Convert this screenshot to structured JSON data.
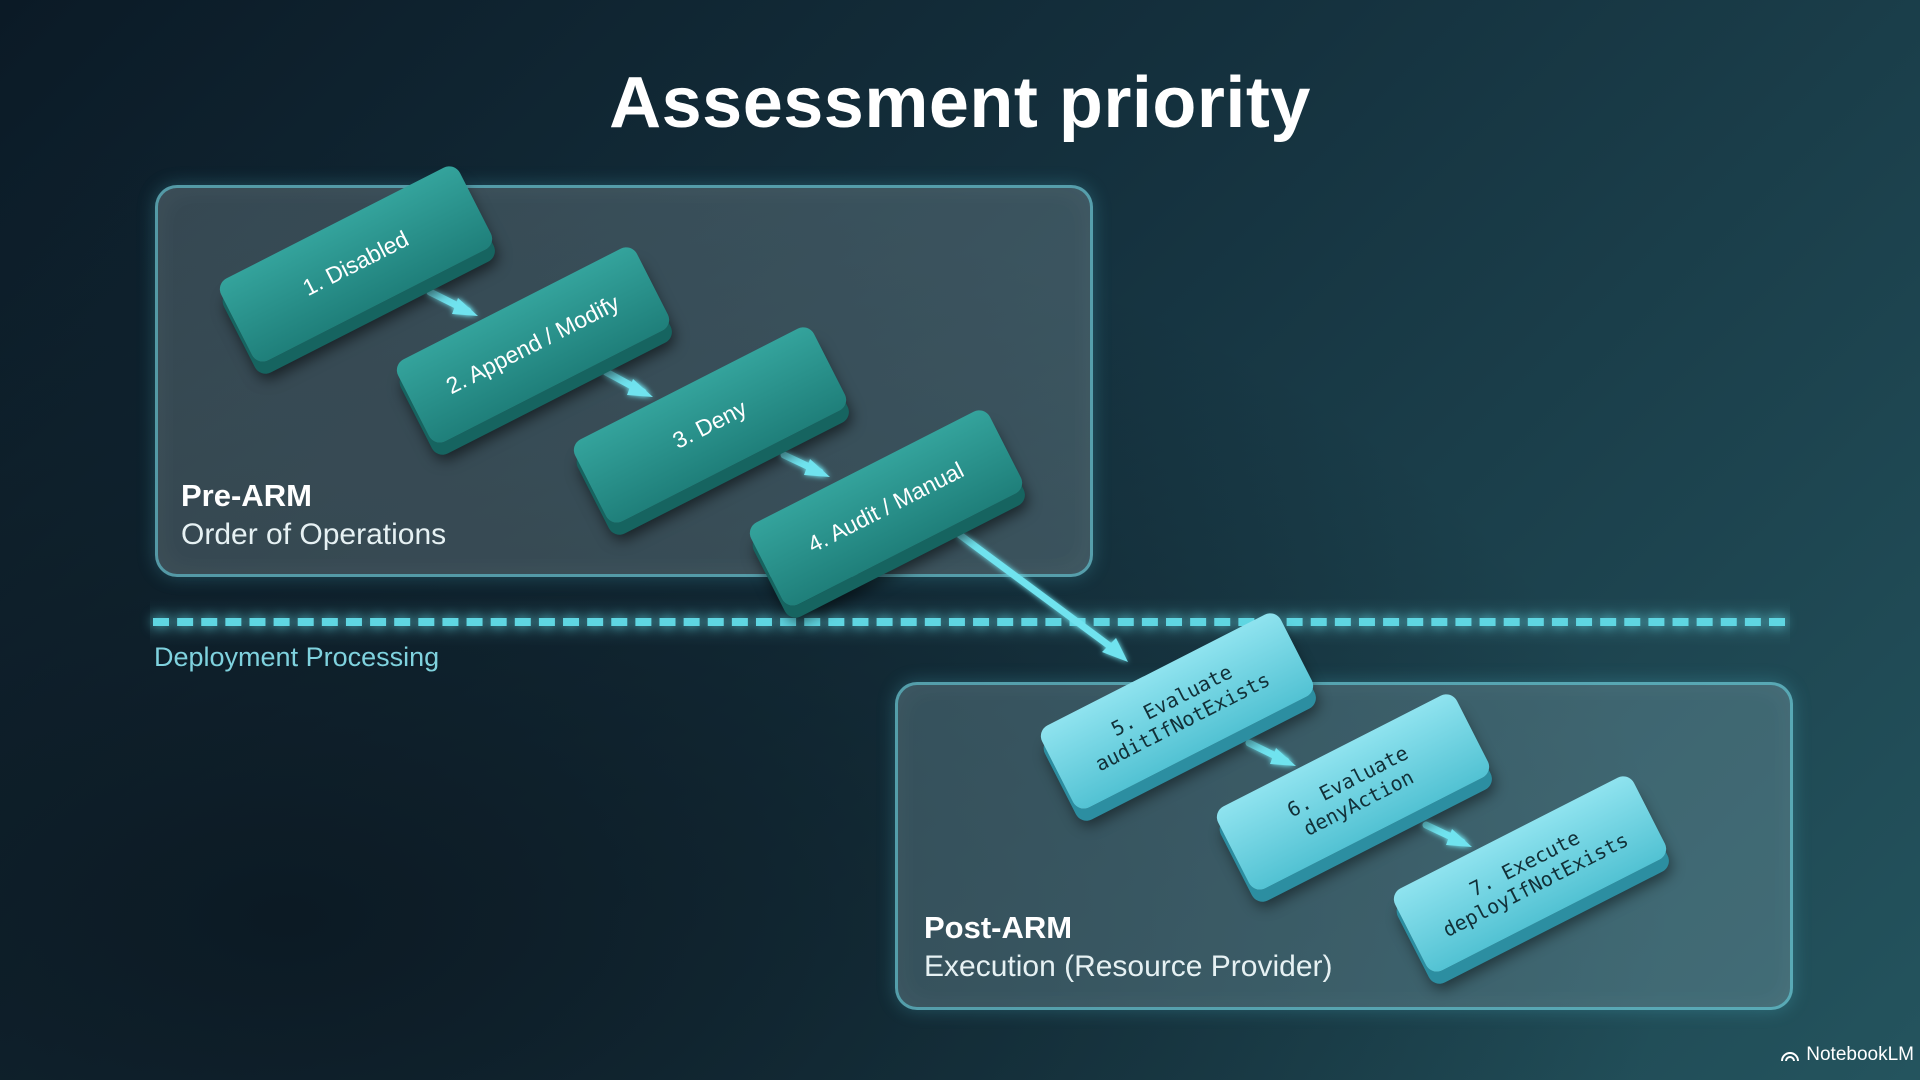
{
  "title": "Assessment priority",
  "pre_arm": {
    "title": "Pre-ARM",
    "subtitle": "Order of Operations"
  },
  "divider": {
    "label": "Deployment Processing"
  },
  "post_arm": {
    "title": "Post-ARM",
    "subtitle": "Execution (Resource Provider)"
  },
  "steps": [
    {
      "lines": [
        "1. Disabled"
      ]
    },
    {
      "lines": [
        "2. Append / Modify"
      ]
    },
    {
      "lines": [
        "3. Deny"
      ]
    },
    {
      "lines": [
        "4. Audit / Manual"
      ]
    },
    {
      "lines": [
        "5. Evaluate",
        "auditIfNotExists"
      ]
    },
    {
      "lines": [
        "6. Evaluate",
        "denyAction"
      ]
    },
    {
      "lines": [
        "7. Execute",
        "deployIfNotExists"
      ]
    }
  ],
  "brand": "NotebookLM",
  "colors": {
    "teal": "#2a908a",
    "cyan": "#6fd4e3",
    "accent": "#5fd6e2"
  },
  "icons": {
    "brand": "notebooklm-logo-icon"
  }
}
